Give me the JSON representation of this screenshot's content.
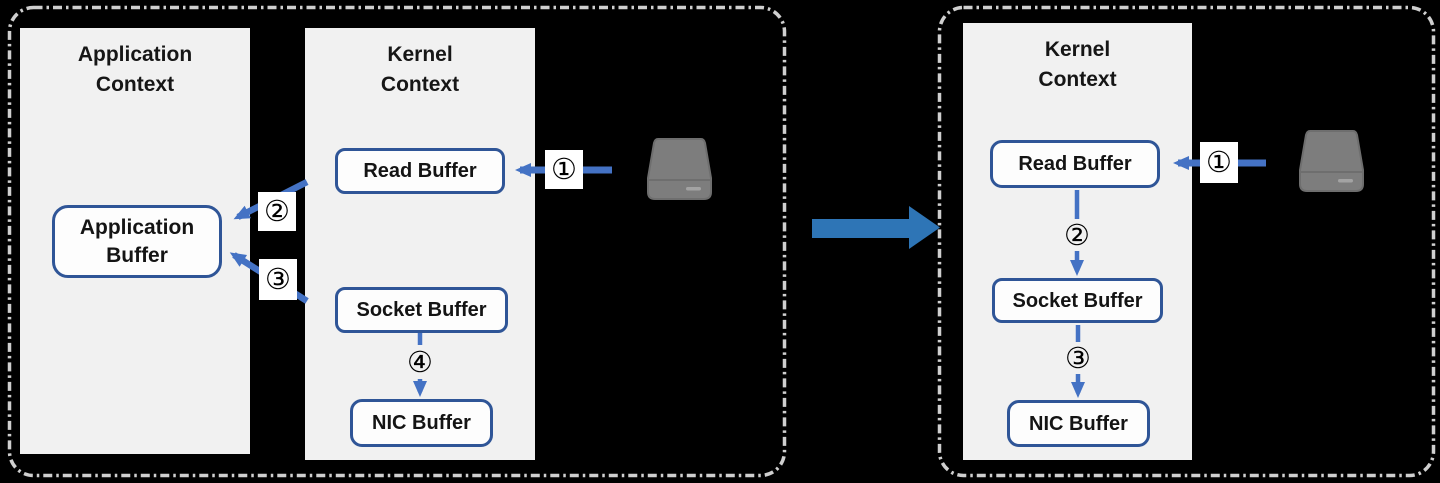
{
  "left_diagram": {
    "application_panel": {
      "title": "Application Context"
    },
    "kernel_panel": {
      "title": "Kernel Context"
    },
    "boxes": {
      "read_buffer": "Read Buffer",
      "application_buffer": "Application Buffer",
      "socket_buffer": "Socket Buffer",
      "nic_buffer": "NIC Buffer"
    },
    "steps": {
      "step1": "①",
      "step2": "②",
      "step3": "③",
      "step4": "④"
    }
  },
  "right_diagram": {
    "kernel_panel": {
      "title": "Kernel Context"
    },
    "boxes": {
      "read_buffer": "Read Buffer",
      "socket_buffer": "Socket Buffer",
      "nic_buffer": "NIC Buffer"
    },
    "steps": {
      "step1": "①",
      "step2": "②",
      "step3": "③"
    }
  },
  "icons": {
    "disk_left": "hard-disk-icon",
    "disk_right": "hard-disk-icon",
    "transform_arrow": "big-right-arrow-icon"
  },
  "colors": {
    "background": "#000000",
    "panel_fill": "#f1f1f1",
    "box_fill": "#fdfdfd",
    "box_border": "#2f5597",
    "arrow_blue": "#4472c4",
    "big_arrow_blue": "#2e75b6",
    "dashed_border": "#cfcfcf",
    "disk_gray": "#7d7d7d"
  }
}
